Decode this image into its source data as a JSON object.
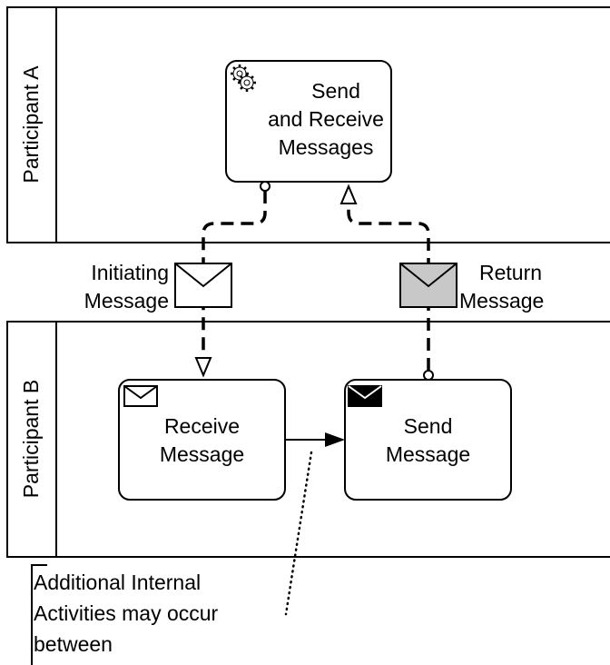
{
  "pools": [
    {
      "label": "Participant A"
    },
    {
      "label": "Participant B"
    }
  ],
  "tasks": [
    {
      "id": "send-receive",
      "lines": [
        "Send",
        "and Receive",
        "Messages"
      ],
      "marker": "service-gear-icon"
    },
    {
      "id": "receive",
      "lines": [
        "Receive",
        "Message"
      ],
      "marker": "envelope-outline-icon"
    },
    {
      "id": "send",
      "lines": [
        "Send",
        "Message"
      ],
      "marker": "envelope-filled-icon"
    }
  ],
  "messages": [
    {
      "id": "initiating",
      "lines": [
        "Initiating",
        "Message"
      ],
      "fill": "#ffffff"
    },
    {
      "id": "return",
      "lines": [
        "Return",
        "Message"
      ],
      "fill": "#c8c8c8"
    }
  ],
  "annotation": {
    "lines": [
      "Additional Internal",
      "Activities may occur",
      "between"
    ]
  }
}
